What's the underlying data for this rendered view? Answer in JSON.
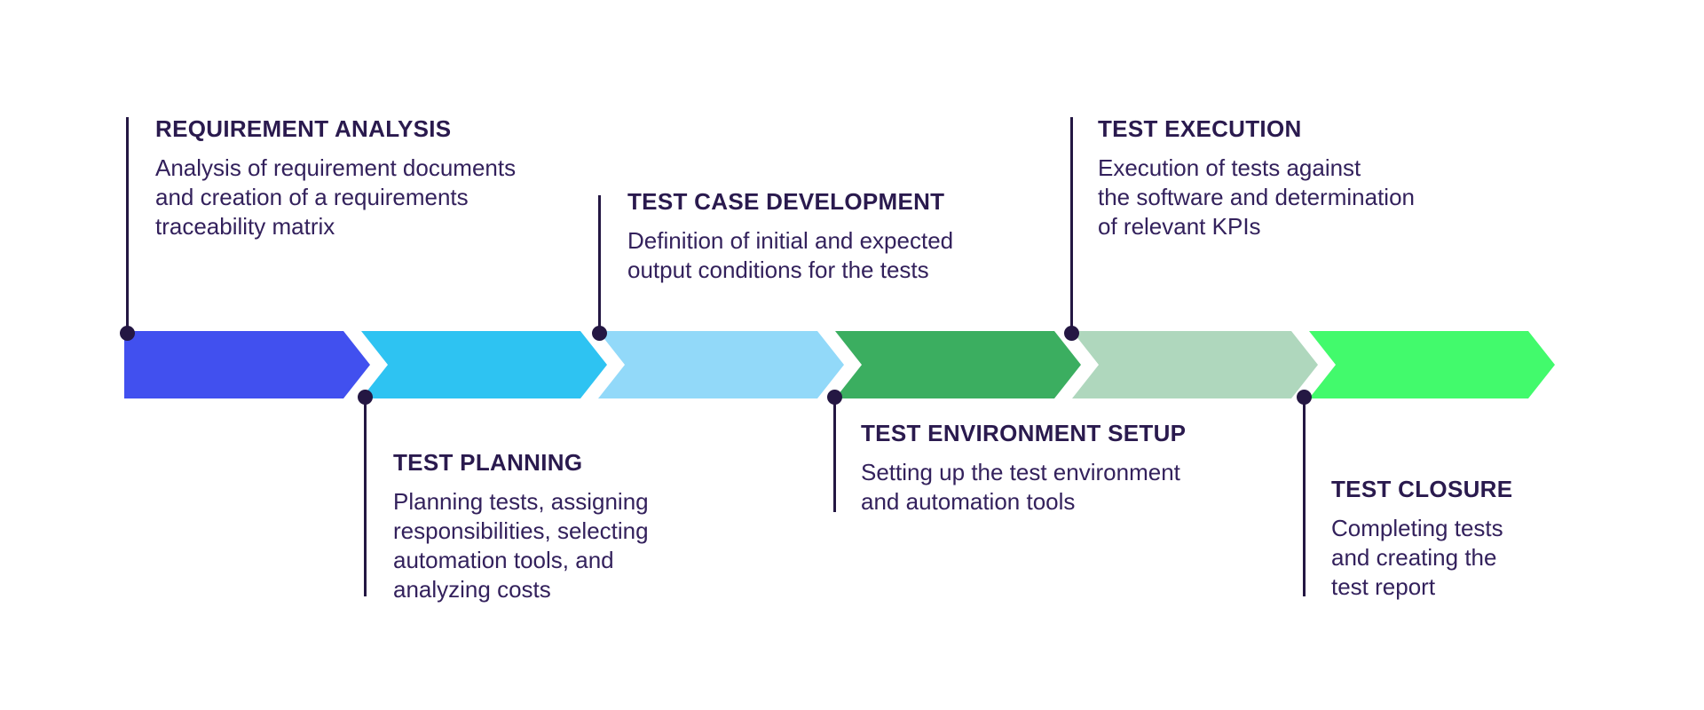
{
  "diagram": {
    "type": "process-timeline",
    "subject": "software testing life cycle",
    "background_color": "#ffffff",
    "connector_color": "#241743",
    "title_color": "#2a1a4e",
    "description_color": "#33215c"
  },
  "phases": [
    {
      "title": "REQUIREMENT ANALYSIS",
      "description": "Analysis of requirement documents\nand creation of a requirements\ntraceability matrix",
      "color": "#4150ef",
      "label_position": "above"
    },
    {
      "title": "TEST PLANNING",
      "description": "Planning tests, assigning\nresponsibilities, selecting\nautomation tools, and\nanalyzing costs",
      "color": "#2ec3f2",
      "label_position": "below"
    },
    {
      "title": "TEST CASE DEVELOPMENT",
      "description": "Definition of initial and expected\noutput conditions for the tests",
      "color": "#92d9f9",
      "label_position": "above"
    },
    {
      "title": "TEST ENVIRONMENT SETUP",
      "description": "Setting up the test environment\nand automation tools",
      "color": "#3bae60",
      "label_position": "below"
    },
    {
      "title": "TEST EXECUTION",
      "description": "Execution of tests against\nthe software and determination\nof relevant KPIs",
      "color": "#afd7bd",
      "label_position": "above"
    },
    {
      "title": "TEST CLOSURE",
      "description": "Completing tests\nand creating the\ntest report",
      "color": "#42fa6c",
      "label_position": "below"
    }
  ]
}
